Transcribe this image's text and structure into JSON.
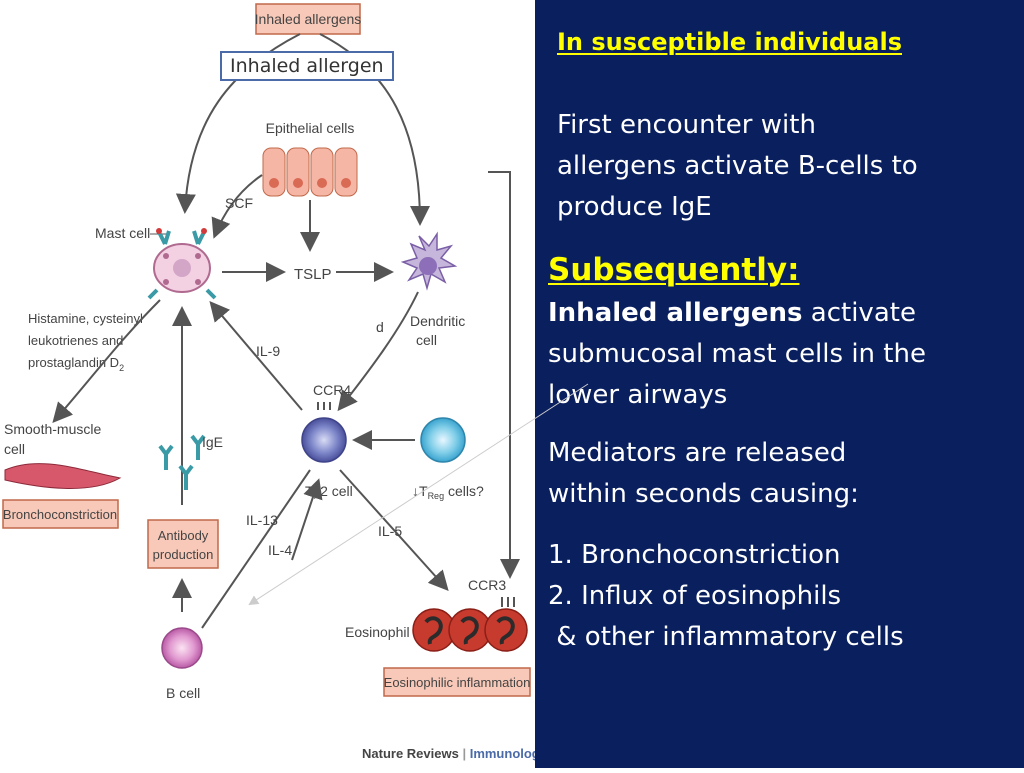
{
  "diagram": {
    "inhaled_allergens_box": "Inhaled allergens",
    "inhaled_allergen_label": "Inhaled allergen",
    "epithelial_cells": "Epithelial cells",
    "scf": "SCF",
    "mast_cell": "Mast cell",
    "tslp": "TSLP",
    "dendritic_line1": "Dendritic",
    "dendritic_line2": "cell",
    "mediators_line1": "Histamine, cysteinyl",
    "mediators_line2": "leukotrienes and",
    "mediators_line3": "prostaglandin D",
    "mediators_sub": "2",
    "il9": "IL-9",
    "ccr4": "CCR4",
    "smooth_line1": "Smooth-muscle",
    "smooth_line2": "cell",
    "bronchoconstriction": "Bronchoconstriction",
    "ige": "IgE",
    "th2": "T",
    "th2_sub": "H",
    "th2_rest": "2 cell",
    "treg_prefix": "↓T",
    "treg_sub": "Reg",
    "treg_suffix": " cells?",
    "il13": "IL-13",
    "il4": "IL-4",
    "il5": "IL-5",
    "antibody_line1": "Antibody",
    "antibody_line2": "production",
    "ccr3": "CCR3",
    "eosinophil": "Eosinophil",
    "eosinophilic_inflammation": "Eosinophilic inflammation",
    "b_cell": "B cell",
    "d_fragment": "d",
    "credit_brand": "Nature Reviews",
    "credit_journal": "Immunology"
  },
  "panel": {
    "heading": "In susceptible individuals",
    "first_encounter": [
      "First encounter with",
      "allergens activate B-cells to",
      "produce IgE"
    ],
    "subsequently": "Subsequently:",
    "inhaled_bold": "Inhaled allergens",
    "inhaled_rest": " activate",
    "inhaled_lines": [
      "submucosal mast cells in the",
      "lower airways"
    ],
    "mediators": [
      "Mediators are released",
      "within seconds causing:"
    ],
    "list": [
      "1. Bronchoconstriction",
      "2. Influx of eosinophils",
      " & other inflammatory cells"
    ]
  },
  "colors": {
    "panel_bg": "#0a1f5e",
    "heading": "#ffff00",
    "label_box_fill": "#f8c9b8",
    "label_box_border": "#c0694a"
  }
}
